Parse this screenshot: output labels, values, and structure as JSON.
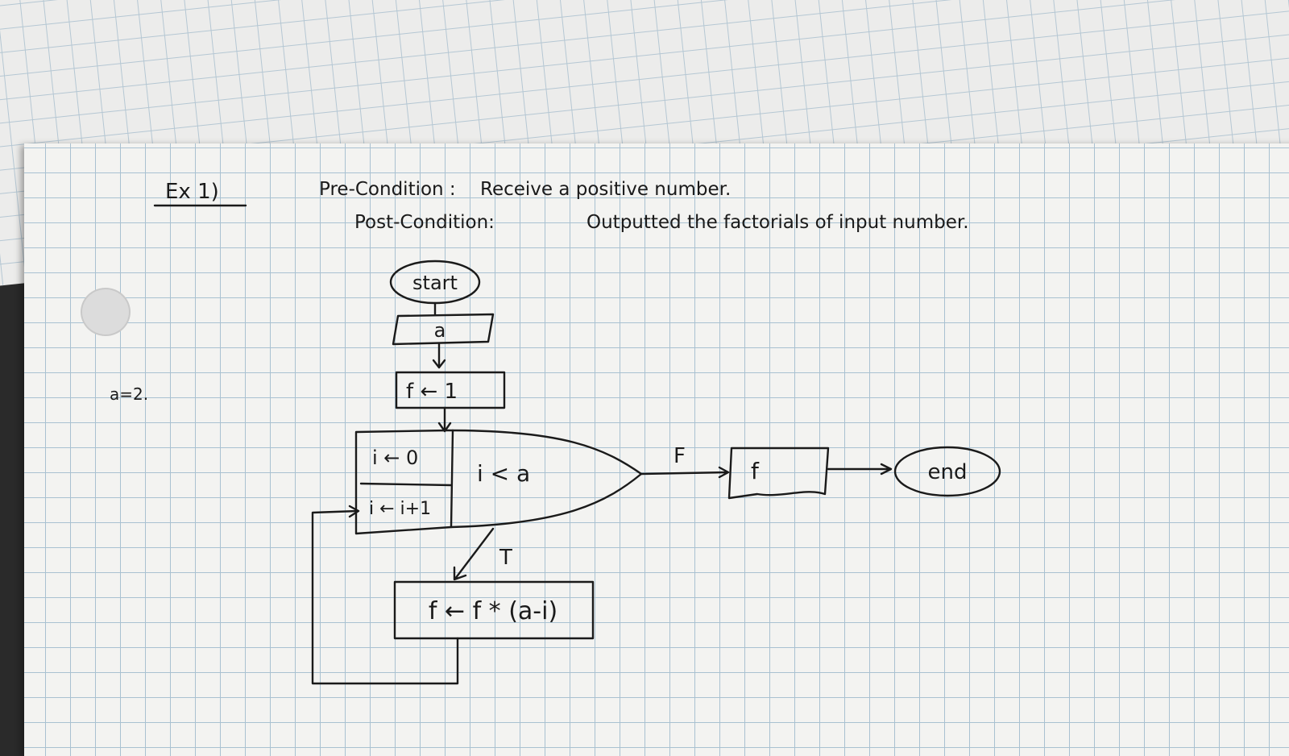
{
  "exercise": {
    "label": "Ex 1)"
  },
  "conditions": {
    "pre_label": "Pre-Condition :",
    "pre_text": "Receive  a  positive  number.",
    "post_label": "Post-Condition:",
    "post_text": "Outputted  the  factorials  of  input  number."
  },
  "side_note": "a=2.",
  "flowchart": {
    "start": "start",
    "input": "a",
    "init": "f ← 1",
    "loop_init": "i ← 0",
    "loop_update": "i ← i+1",
    "loop_condition": "i < a",
    "false_label": "F",
    "true_label": "T",
    "output": "f",
    "body": "f ← f * (a-i)",
    "end": "end"
  },
  "colors": {
    "ink": "#1a1a1a",
    "grid": "#a9c1d1",
    "paper": "#f3f3f1"
  }
}
